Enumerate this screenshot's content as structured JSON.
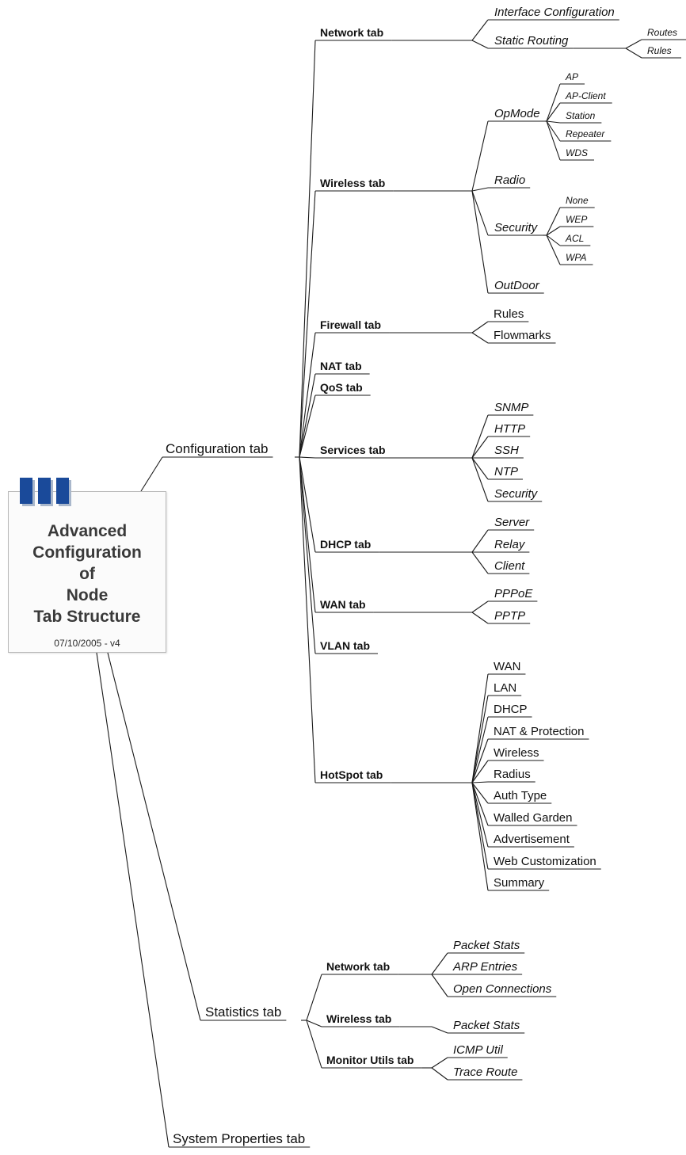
{
  "center": {
    "title_lines": [
      "Advanced",
      "Configuration",
      "of",
      "Node",
      "Tab Structure"
    ],
    "date": "07/10/2005 - v4"
  },
  "config": {
    "label": "Configuration tab",
    "network": {
      "label": "Network tab",
      "items": [
        "Interface Configuration",
        "Static Routing"
      ],
      "routing_items": [
        "Routes",
        "Rules"
      ]
    },
    "wireless": {
      "label": "Wireless tab",
      "items": [
        "OpMode",
        "Radio",
        "Security",
        "OutDoor"
      ],
      "opmode_items": [
        "AP",
        "AP-Client",
        "Station",
        "Repeater",
        "WDS"
      ],
      "security_items": [
        "None",
        "WEP",
        "ACL",
        "WPA"
      ]
    },
    "firewall": {
      "label": "Firewall tab",
      "items": [
        "Rules",
        "Flowmarks"
      ]
    },
    "nat": {
      "label": "NAT tab"
    },
    "qos": {
      "label": "QoS tab"
    },
    "services": {
      "label": "Services tab",
      "items": [
        "SNMP",
        "HTTP",
        "SSH",
        "NTP",
        "Security"
      ]
    },
    "dhcp": {
      "label": "DHCP tab",
      "items": [
        "Server",
        "Relay",
        "Client"
      ]
    },
    "wan": {
      "label": "WAN tab",
      "items": [
        "PPPoE",
        "PPTP"
      ]
    },
    "vlan": {
      "label": "VLAN tab"
    },
    "hotspot": {
      "label": "HotSpot tab",
      "items": [
        "WAN",
        "LAN",
        "DHCP",
        "NAT & Protection",
        "Wireless",
        "Radius",
        "Auth Type",
        "Walled Garden",
        "Advertisement",
        "Web Customization",
        "Summary"
      ]
    }
  },
  "stats": {
    "label": "Statistics tab",
    "network": {
      "label": "Network tab",
      "items": [
        "Packet Stats",
        "ARP Entries",
        "Open Connections"
      ]
    },
    "wireless": {
      "label": "Wireless tab",
      "items": [
        "Packet Stats"
      ]
    },
    "monitor": {
      "label": "Monitor Utils tab",
      "items": [
        "ICMP Util",
        "Trace Route"
      ]
    }
  },
  "sysprops": {
    "label": "System Properties tab"
  }
}
